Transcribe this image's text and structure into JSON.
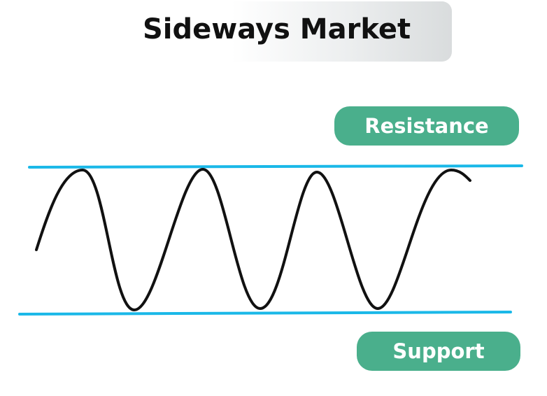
{
  "title": "Sideways Market",
  "labels": {
    "resistance": "Resistance",
    "support": "Support"
  },
  "colors": {
    "level_line": "#1ab8e8",
    "price_line": "#111111",
    "label_fill": "#4aaf8c",
    "label_text": "#ffffff"
  }
}
